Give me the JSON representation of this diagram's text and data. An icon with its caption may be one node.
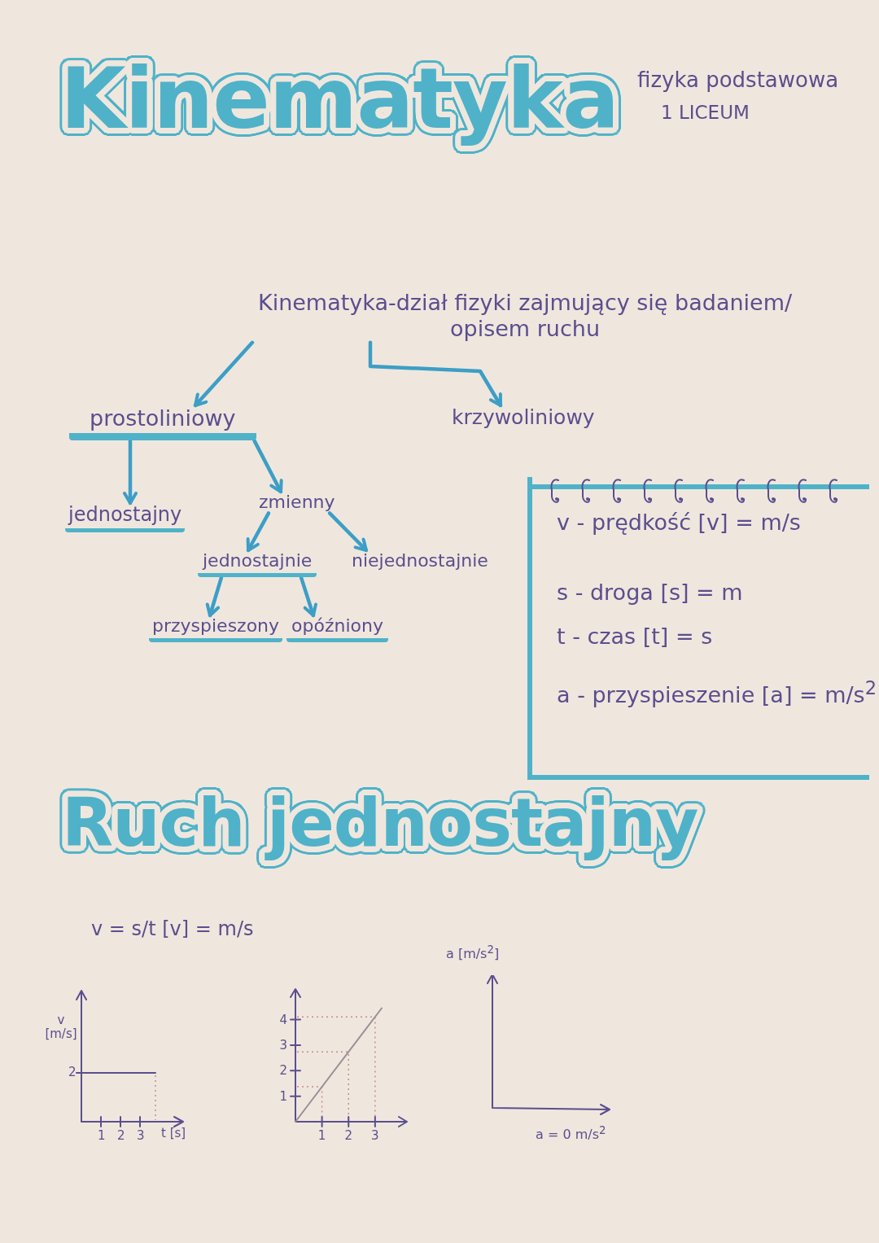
{
  "diagram": {
    "title": "Kinematyka",
    "nodes": [
      {
        "text": [
          "Kinematyka-dział fizyki zajmujący się badaniem/ opisem ruchu"
        ]
      },
      {
        "text": [
          "prostoliniowy"
        ]
      },
      {
        "text": [
          "krzywoliniowy"
        ]
      },
      {
        "text": [
          "jednostajny"
        ]
      },
      {
        "text": [
          "zmienny"
        ]
      },
      {
        "text": [
          "jednostajnie"
        ]
      },
      {
        "text": [
          "niejednostajnie"
        ]
      },
      {
        "text": [
          "przyspieszony"
        ]
      },
      {
        "text": [
          "opóźniony"
        ]
      },
      {
        "text": [
          "v - prędkość [v] = m/s",
          "s - droga [s] = m",
          "t - czas [t] = s",
          "a - przyspieszenie [a] = m/s$^{2}$"
        ]
      }
    ],
    "edges": [
      {
        "from": 0,
        "to": 1,
        "arrow": "to"
      },
      {
        "from": 0,
        "to": 2,
        "arrow": "to"
      },
      {
        "from": 1,
        "to": 3,
        "arrow": "to"
      },
      {
        "from": 1,
        "to": 4,
        "arrow": "to"
      },
      {
        "from": 4,
        "to": 5,
        "arrow": "to"
      },
      {
        "from": 4,
        "to": 6,
        "arrow": "to"
      },
      {
        "from": 5,
        "to": 7,
        "arrow": "to"
      },
      {
        "from": 5,
        "to": 8,
        "arrow": "to"
      }
    ],
    "labels": [
      "fizyka podstawowa",
      "1 LICEUM",
      "Ruch jednostajny",
      "v = s/t [v] = m/s",
      "a [m/s$^{2}$]",
      "v [m/s]",
      "2",
      "1",
      "2",
      "3",
      "t [s]",
      "a = 0 m/s$^{2}$"
    ],
    "chart_data": {
      "type": "line",
      "x": [
        0,
        3.25
      ],
      "series": [
        {
          "color": "#9a8f96",
          "values": [
            0,
            4.45
          ]
        }
      ],
      "xlim": [
        0,
        4.2
      ],
      "ylim": [
        0,
        5.2
      ],
      "xticks": [
        1,
        2,
        3
      ],
      "yticks": [
        1,
        2,
        3,
        4
      ]
    }
  }
}
